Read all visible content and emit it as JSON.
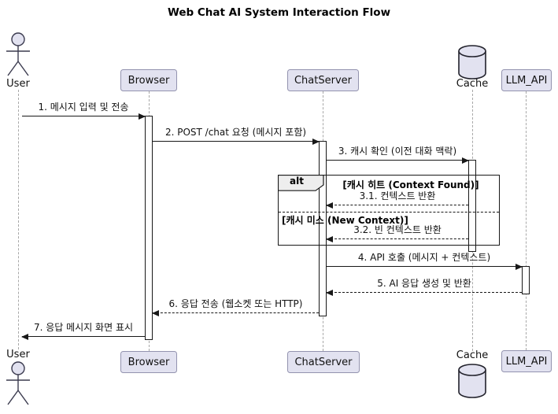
{
  "title": "Web Chat AI System Interaction Flow",
  "participants": {
    "user": {
      "label": "User",
      "type": "actor",
      "icon": "actor-icon"
    },
    "browser": {
      "label": "Browser",
      "type": "box"
    },
    "chatserver": {
      "label": "ChatServer",
      "type": "box"
    },
    "cache": {
      "label": "Cache",
      "type": "database",
      "icon": "database-icon"
    },
    "llm_api": {
      "label": "LLM_API",
      "type": "box"
    }
  },
  "messages": {
    "m1": {
      "label": "1. 메시지 입력 및 전송",
      "from": "User",
      "to": "Browser",
      "line": "solid"
    },
    "m2": {
      "label": "2. POST /chat 요청 (메시지 포함)",
      "from": "Browser",
      "to": "ChatServer",
      "line": "solid"
    },
    "m3": {
      "label": "3. 캐시 확인 (이전 대화 맥락)",
      "from": "ChatServer",
      "to": "Cache",
      "line": "solid"
    },
    "m3_1": {
      "label": "3.1. 컨텍스트 반환",
      "from": "Cache",
      "to": "ChatServer",
      "line": "dashed"
    },
    "m3_2": {
      "label": "3.2. 빈 컨텍스트 반환",
      "from": "Cache",
      "to": "ChatServer",
      "line": "dashed"
    },
    "m4": {
      "label": "4. API 호출 (메시지 + 컨텍스트)",
      "from": "ChatServer",
      "to": "LLM_API",
      "line": "solid"
    },
    "m5": {
      "label": "5. AI 응답 생성 및 반환",
      "from": "LLM_API",
      "to": "ChatServer",
      "line": "dashed"
    },
    "m6": {
      "label": "6. 응답 전송 (웹소켓 또는 HTTP)",
      "from": "ChatServer",
      "to": "Browser",
      "line": "dashed"
    },
    "m7": {
      "label": "7. 응답 메시지 화면 표시",
      "from": "Browser",
      "to": "User",
      "line": "solid"
    }
  },
  "alt_block": {
    "operator": "alt",
    "condition_hit": "[캐시 히트 (Context Found)]",
    "condition_miss": "[캐시 미스 (New Context)]"
  },
  "colors": {
    "participant_fill": "#E2E2F0",
    "participant_border": "#9393AF",
    "line_color": "#181818",
    "lifeline_color": "#A8A8A8",
    "frame_label_fill": "#EEEEEE",
    "background": "#FFFFFF"
  }
}
